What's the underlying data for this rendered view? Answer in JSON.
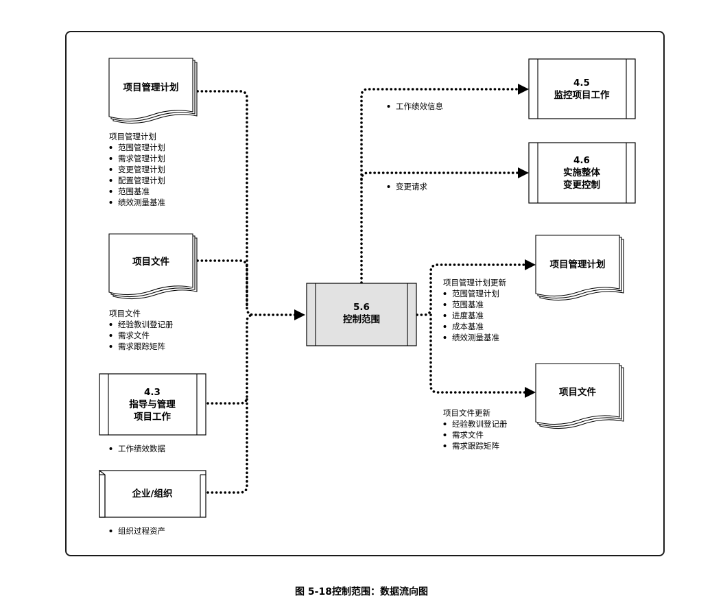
{
  "caption": "图 5-18控制范围：数据流向图",
  "center": {
    "num": "5.6",
    "name": "控制范围"
  },
  "inputs": {
    "pm_plan": {
      "title": "项目管理计划",
      "heading": "项目管理计划",
      "items": [
        "范围管理计划",
        "需求管理计划",
        "变更管理计划",
        "配置管理计划",
        "范围基准",
        "绩效测量基准"
      ]
    },
    "project_docs": {
      "title": "项目文件",
      "heading": "项目文件",
      "items": [
        "经验教训登记册",
        "需求文件",
        "需求跟踪矩阵"
      ]
    },
    "direct_manage": {
      "num": "4.3",
      "line1": "指导与管理",
      "line2": "项目工作",
      "items": [
        "工作绩效数据"
      ]
    },
    "enterprise": {
      "title": "企业/组织",
      "items": [
        "组织过程资产"
      ]
    }
  },
  "outputs": {
    "monitor": {
      "num": "4.5",
      "name": "监控项目工作",
      "items": [
        "工作绩效信息"
      ]
    },
    "change": {
      "num": "4.6",
      "line1": "实施整体",
      "line2": "变更控制",
      "items": [
        "变更请求"
      ]
    },
    "pm_plan": {
      "title": "项目管理计划",
      "heading": "项目管理计划更新",
      "items": [
        "范围管理计划",
        "范围基准",
        "进度基准",
        "成本基准",
        "绩效测量基准"
      ]
    },
    "project_docs": {
      "title": "项目文件",
      "heading": "项目文件更新",
      "items": [
        "经验教训登记册",
        "需求文件",
        "需求跟踪矩阵"
      ]
    }
  }
}
